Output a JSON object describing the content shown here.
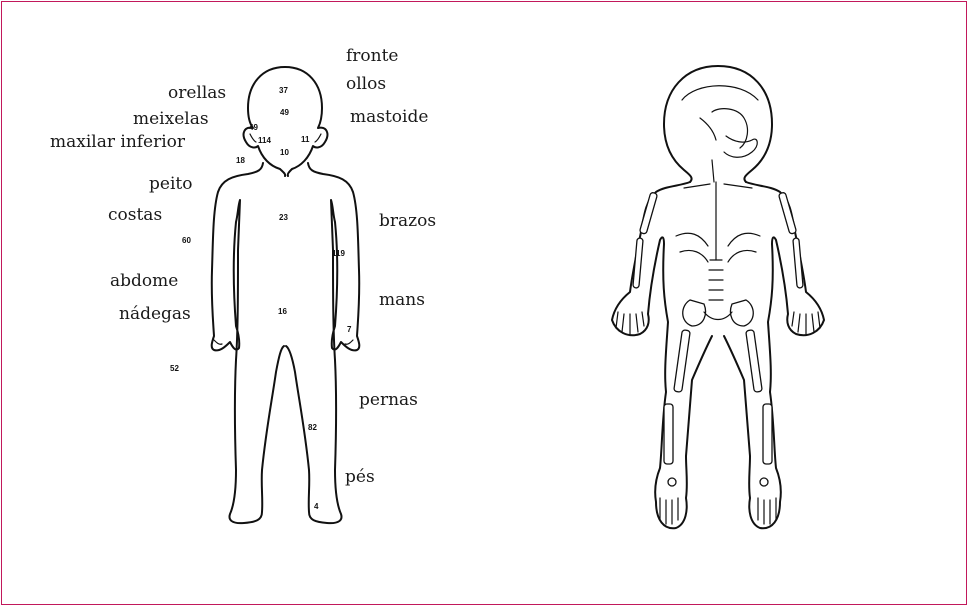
{
  "body_part_labels": {
    "fronte": "fronte",
    "ollos": "ollos",
    "mastoide": "mastoide",
    "orellas": "orellas",
    "meixelas": "meixelas",
    "maxilar_inferior": "maxilar inferior",
    "peito": "peito",
    "costas": "costas",
    "brazos": "brazos",
    "abdome": "abdome",
    "nadegas": "nádegas",
    "mans": "mans",
    "pernas": "pernas",
    "pes": "pés"
  },
  "region_counts": {
    "forehead": "37",
    "eyes": "49",
    "ear": "49",
    "cheek": "114",
    "mastoid": "11",
    "jaw": "10",
    "neck": "18",
    "chest": "23",
    "back": "60",
    "arm": "119",
    "abdomen": "16",
    "hand": "7",
    "buttocks": "52",
    "leg": "82",
    "foot": "4"
  }
}
